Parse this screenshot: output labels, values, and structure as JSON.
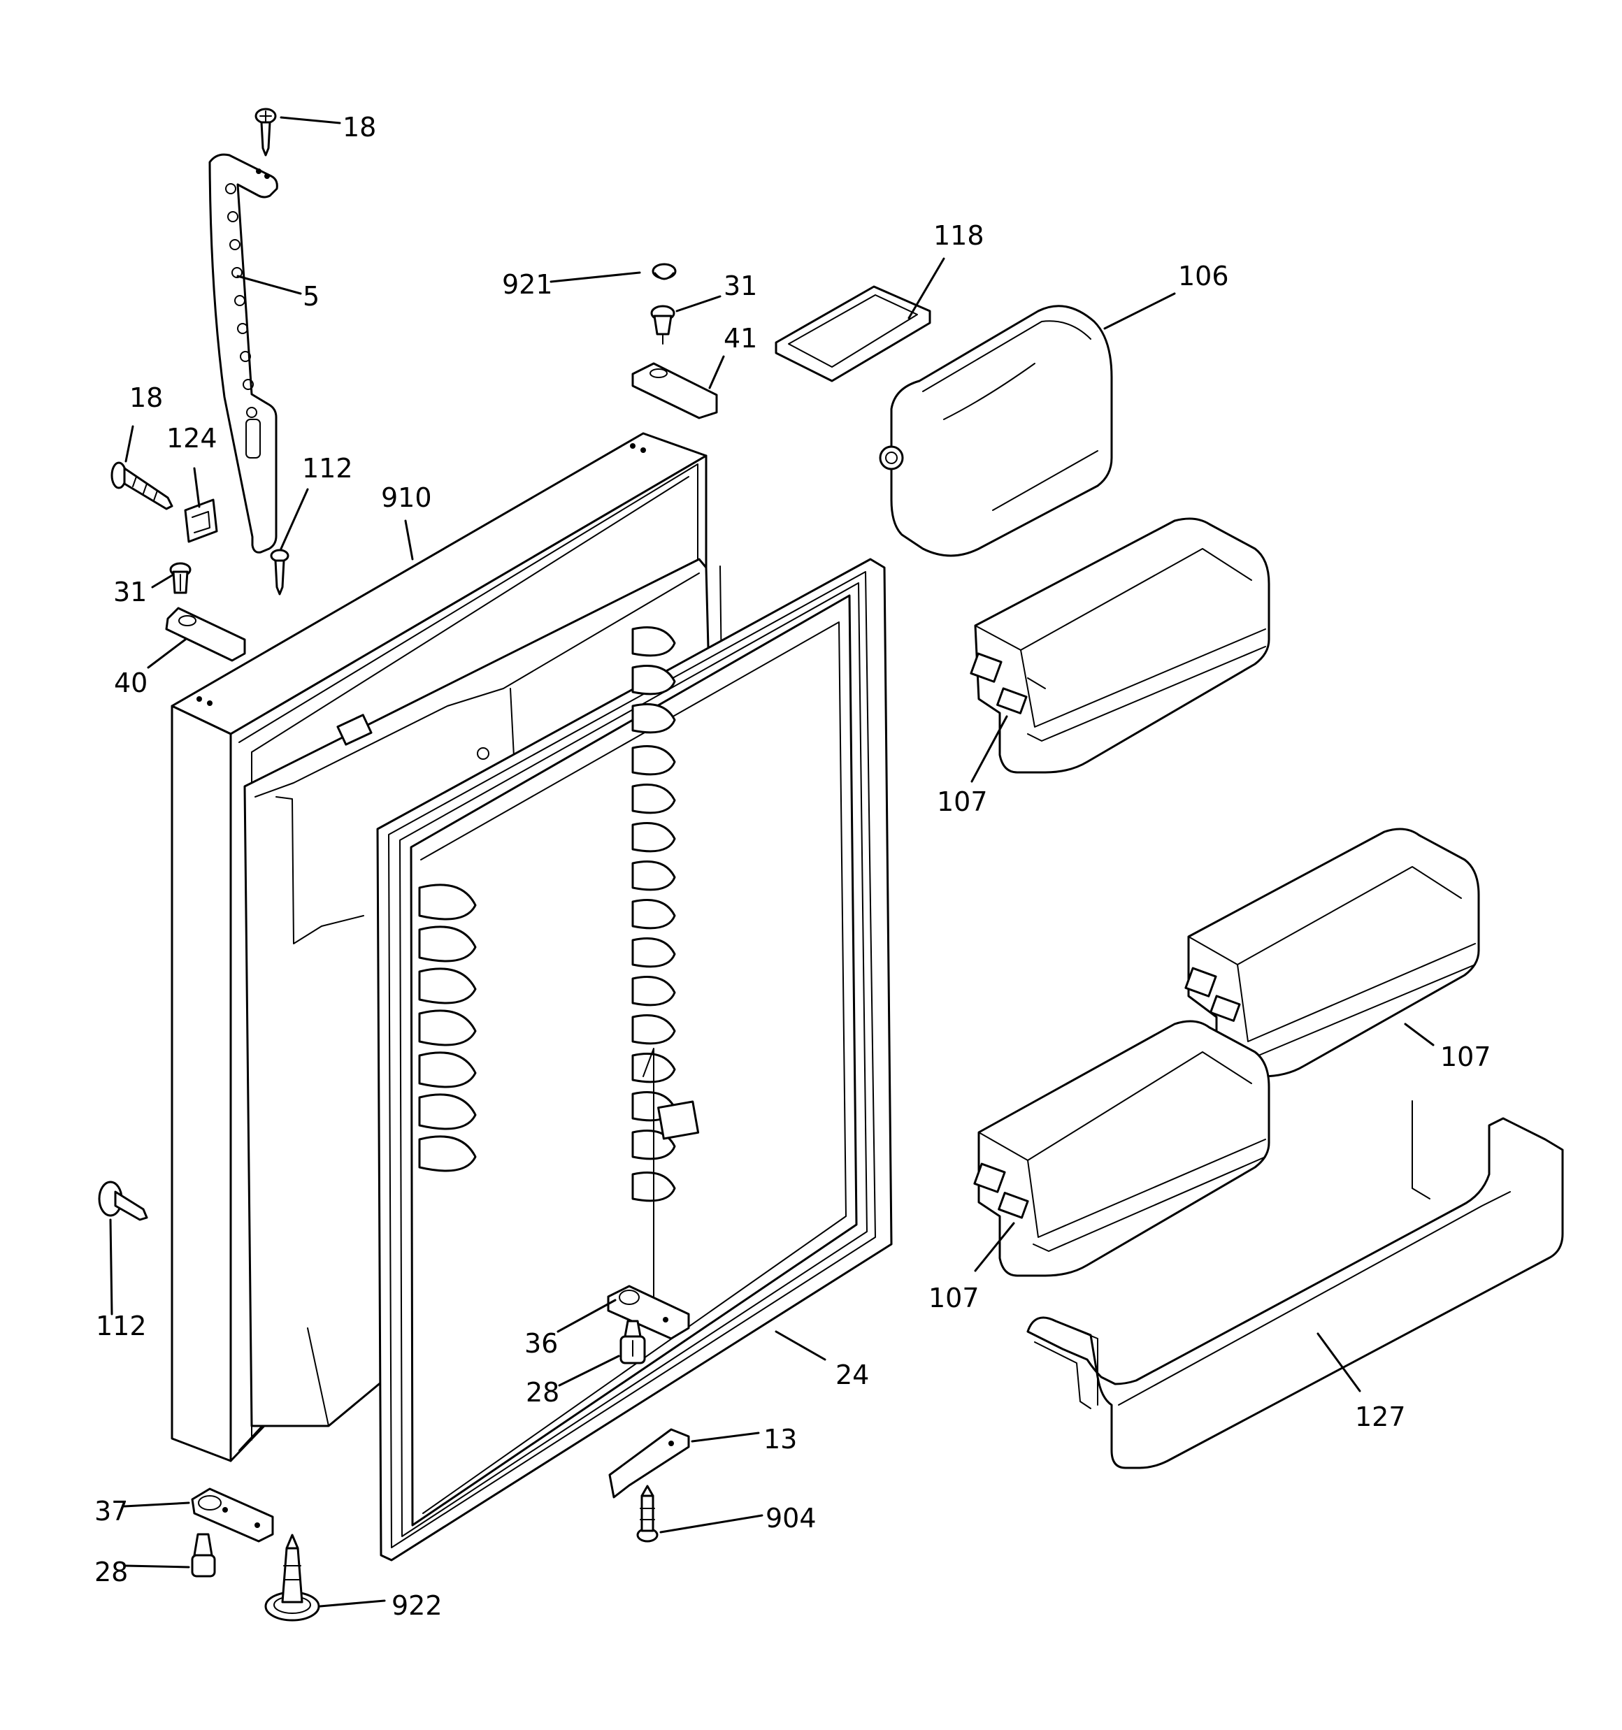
{
  "diagram": {
    "parts": [
      {
        "key": "p18_top",
        "label": "18"
      },
      {
        "key": "p5",
        "label": "5"
      },
      {
        "key": "p921",
        "label": "921"
      },
      {
        "key": "p31_top",
        "label": "31"
      },
      {
        "key": "p41",
        "label": "41"
      },
      {
        "key": "p118",
        "label": "118"
      },
      {
        "key": "p106",
        "label": "106"
      },
      {
        "key": "p18_left",
        "label": "18"
      },
      {
        "key": "p124",
        "label": "124"
      },
      {
        "key": "p112_top",
        "label": "112"
      },
      {
        "key": "p910",
        "label": "910"
      },
      {
        "key": "p31_left",
        "label": "31"
      },
      {
        "key": "p40",
        "label": "40"
      },
      {
        "key": "p107_a",
        "label": "107"
      },
      {
        "key": "p107_b",
        "label": "107"
      },
      {
        "key": "p107_c",
        "label": "107"
      },
      {
        "key": "p112_left",
        "label": "112"
      },
      {
        "key": "p36",
        "label": "36"
      },
      {
        "key": "p28_mid",
        "label": "28"
      },
      {
        "key": "p24",
        "label": "24"
      },
      {
        "key": "p127",
        "label": "127"
      },
      {
        "key": "p13",
        "label": "13"
      },
      {
        "key": "p37",
        "label": "37"
      },
      {
        "key": "p904",
        "label": "904"
      },
      {
        "key": "p28_low",
        "label": "28"
      },
      {
        "key": "p922",
        "label": "922"
      }
    ]
  }
}
